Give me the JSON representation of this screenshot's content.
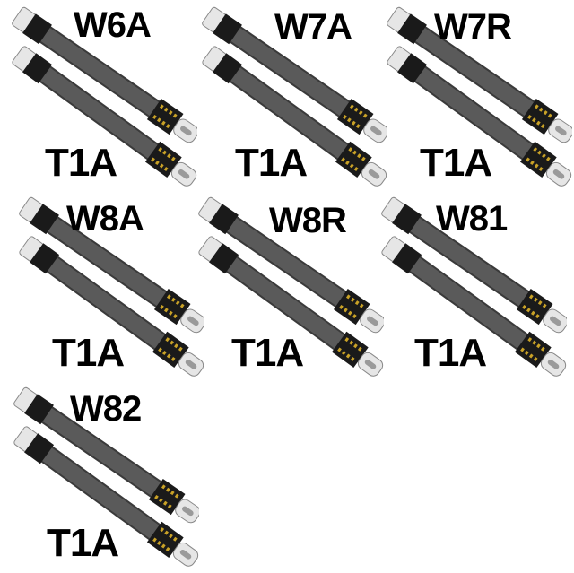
{
  "products": [
    {
      "top_label": "W6A",
      "bottom_label": "T1A"
    },
    {
      "top_label": "W7A",
      "bottom_label": "T1A"
    },
    {
      "top_label": "W7R",
      "bottom_label": "T1A"
    },
    {
      "top_label": "W8A",
      "bottom_label": "T1A"
    },
    {
      "top_label": "W8R",
      "bottom_label": "T1A"
    },
    {
      "top_label": "W81",
      "bottom_label": "T1A"
    },
    {
      "top_label": "W82",
      "bottom_label": "T1A"
    }
  ],
  "colors": {
    "background": "#ffffff",
    "label_text": "#000000",
    "cable": "#5a5a5a",
    "cable_edge": "#3a3a3a",
    "pcb": "#1a1a1a",
    "contact": "#c9a227",
    "connector_metal": "#e6e6e6"
  }
}
